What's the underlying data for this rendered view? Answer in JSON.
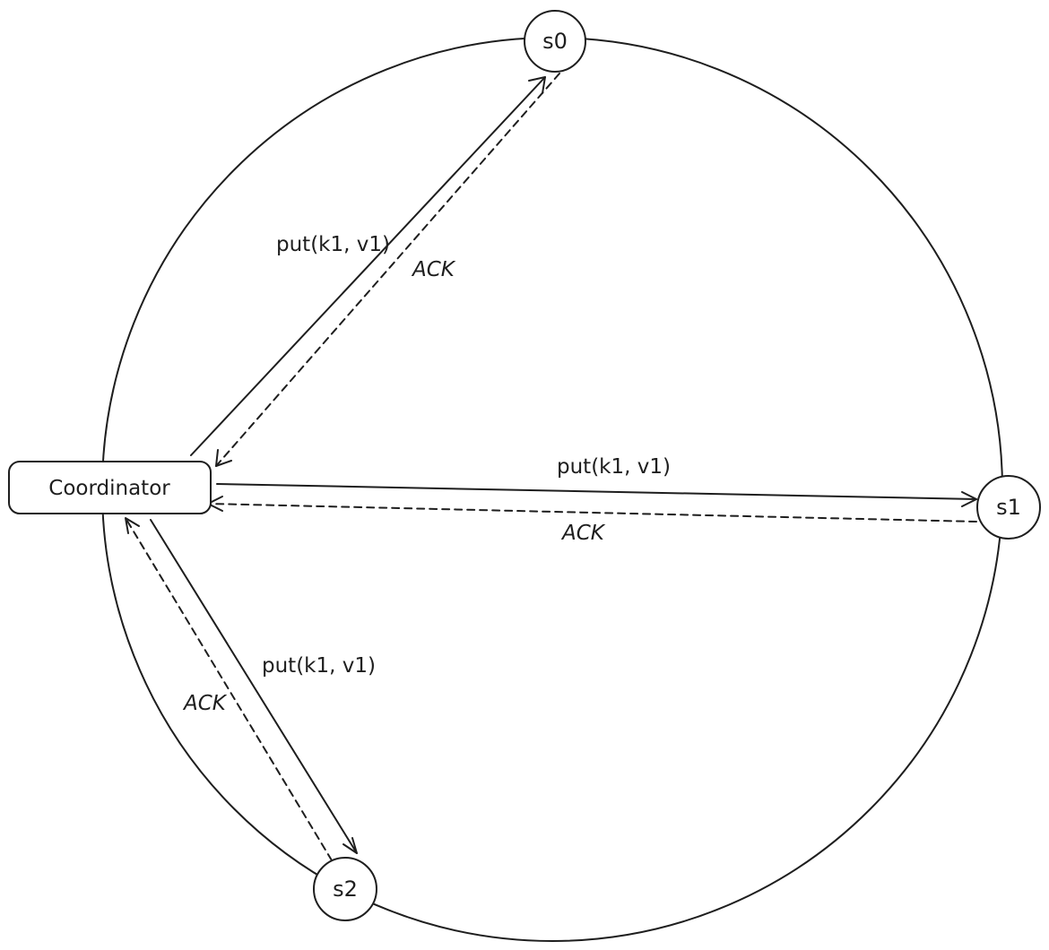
{
  "nodes": {
    "coordinator": "Coordinator",
    "s0": "s0",
    "s1": "s1",
    "s2": "s2"
  },
  "messages": {
    "put_s0": "put(k1, v1)",
    "ack_s0": "ACK",
    "put_s1": "put(k1, v1)",
    "ack_s1": "ACK",
    "put_s2": "put(k1, v1)",
    "ack_s2": "ACK"
  }
}
